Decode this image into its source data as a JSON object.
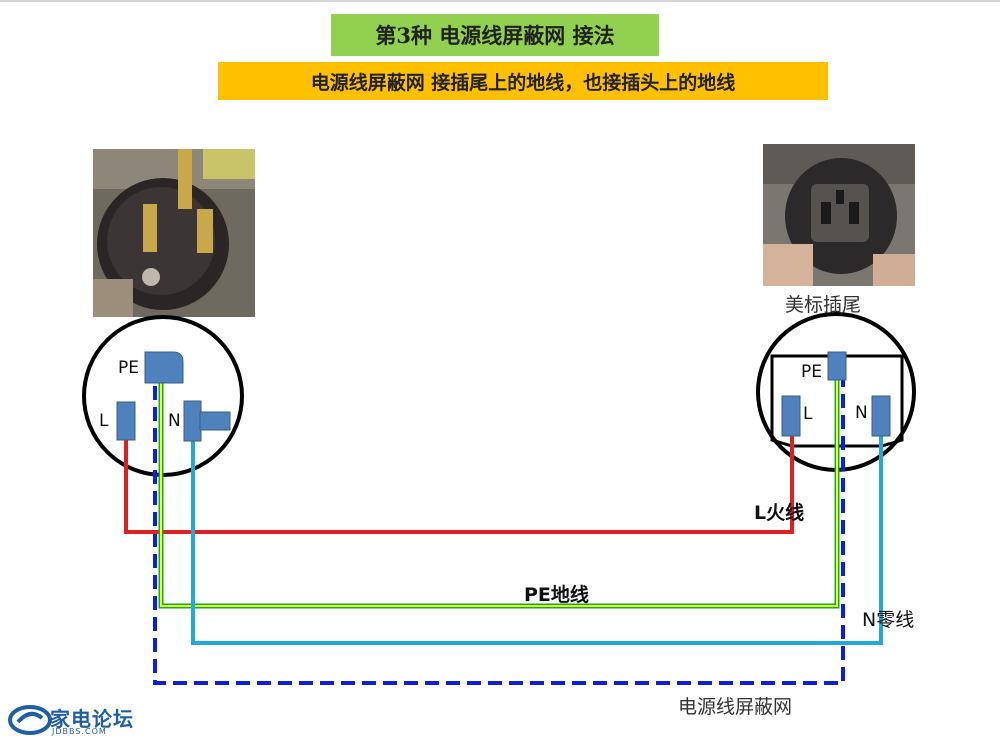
{
  "title": "第3种  电源线屏蔽网 接法",
  "subtitle": "电源线屏蔽网 接插尾上的地线，也接插头上的地线",
  "right_photo_caption": "美标插尾",
  "left_pins": {
    "pe": "PE",
    "l": "L",
    "n": "N"
  },
  "right_pins": {
    "pe": "PE",
    "l": "L",
    "n": "N"
  },
  "wires": {
    "live": {
      "label": "L火线",
      "color": "#e02020"
    },
    "earth": {
      "label": "PE地线",
      "color_a": "#ffff00",
      "color_b": "#00b050"
    },
    "neutral": {
      "label": "N零线",
      "color": "#21a8dc"
    },
    "shield": {
      "label": "电源线屏蔽网",
      "color": "#0d1fd8"
    }
  },
  "pin_color": "#4f81bd",
  "logo": {
    "text": "家电论坛",
    "sub": "JDBBS.COM"
  }
}
